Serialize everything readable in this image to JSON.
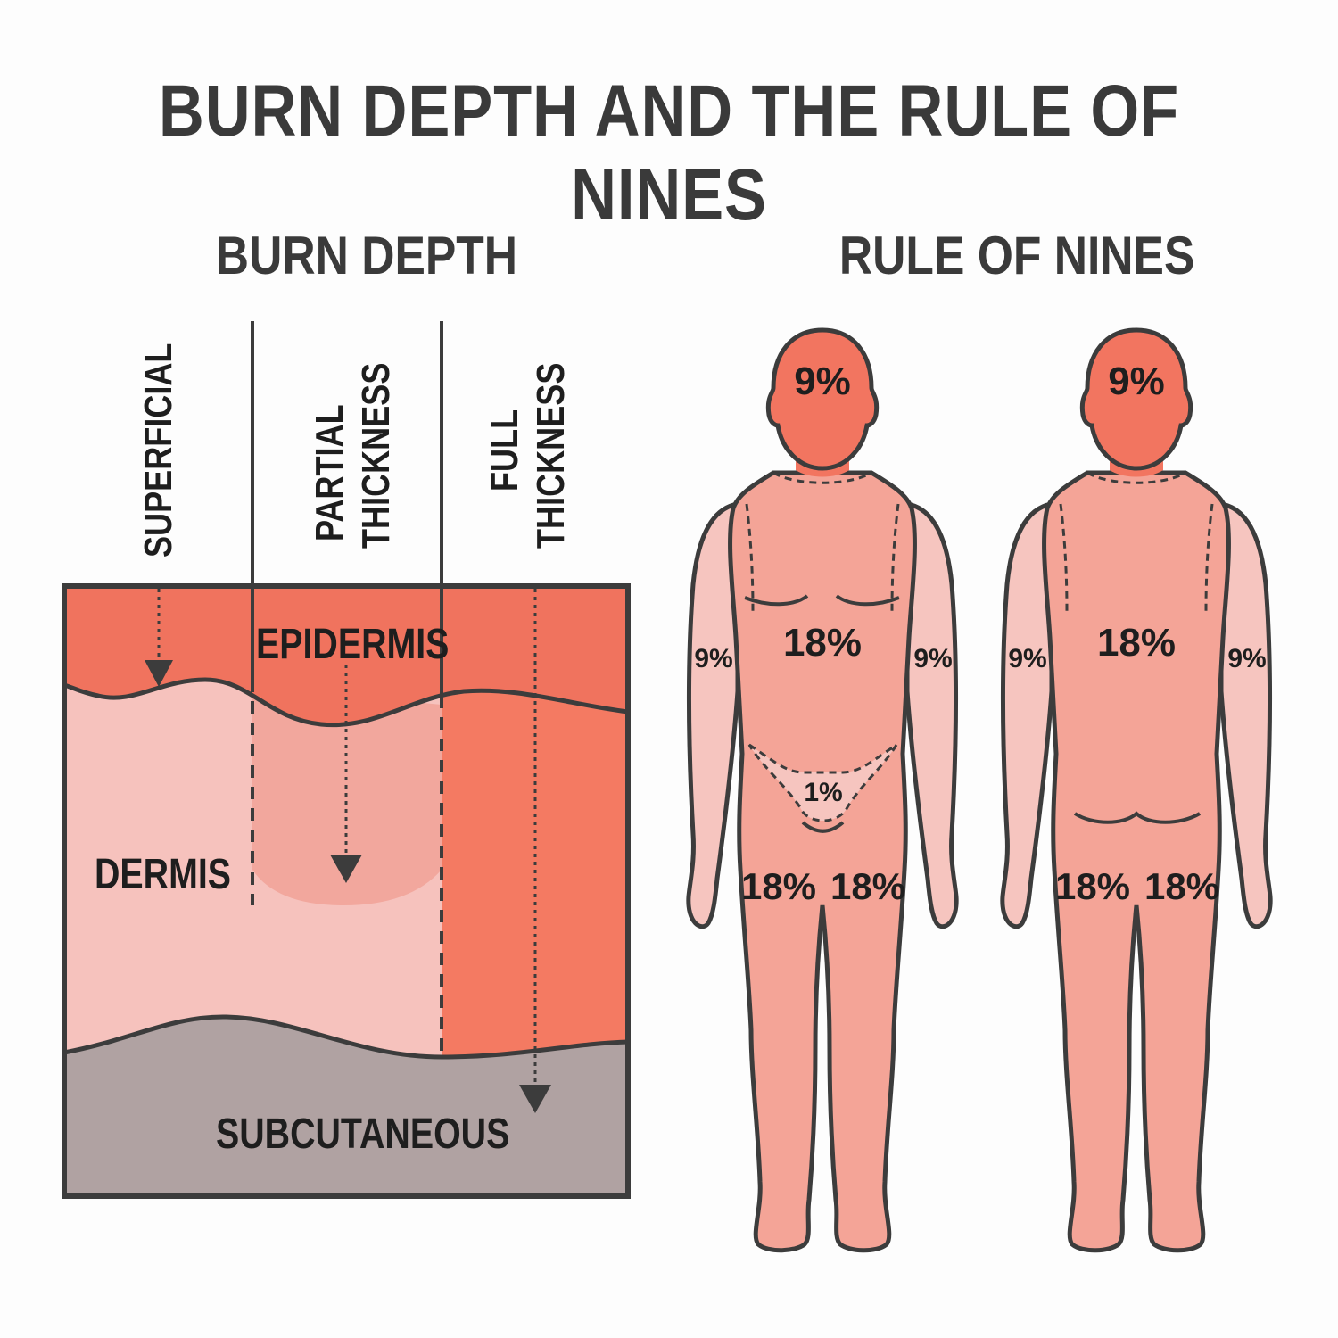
{
  "title": "BURN DEPTH AND THE RULE OF NINES",
  "burn_depth": {
    "heading": "BURN DEPTH",
    "columns": {
      "superficial": "SUPERFICIAL",
      "partial_line1": "PARTIAL",
      "partial_line2": "THICKNESS",
      "full_line1": "FULL",
      "full_line2": "THICKNESS"
    },
    "layers": {
      "epidermis": "EPIDERMIS",
      "dermis": "DERMIS",
      "subcutaneous": "SUBCUTANEOUS"
    }
  },
  "rule_of_nines": {
    "heading": "RULE OF NINES",
    "front": {
      "head": "9%",
      "torso": "18%",
      "arm_left": "9%",
      "arm_right": "9%",
      "perineum": "1%",
      "leg_left": "18%",
      "leg_right": "18%"
    },
    "back": {
      "head": "9%",
      "torso": "18%",
      "arm_left": "9%",
      "arm_right": "9%",
      "leg_left": "18%",
      "leg_right": "18%"
    }
  },
  "colors": {
    "epidermis": "#f0735e",
    "dermis": "#f6c2bd",
    "partial_burn": "#f2a79d",
    "full_burn": "#f47a62",
    "subcutaneous": "#b0a2a2",
    "head": "#f27560",
    "body": "#f4a497",
    "arms": "#f6c5bf",
    "outline": "#3c3c3c"
  }
}
